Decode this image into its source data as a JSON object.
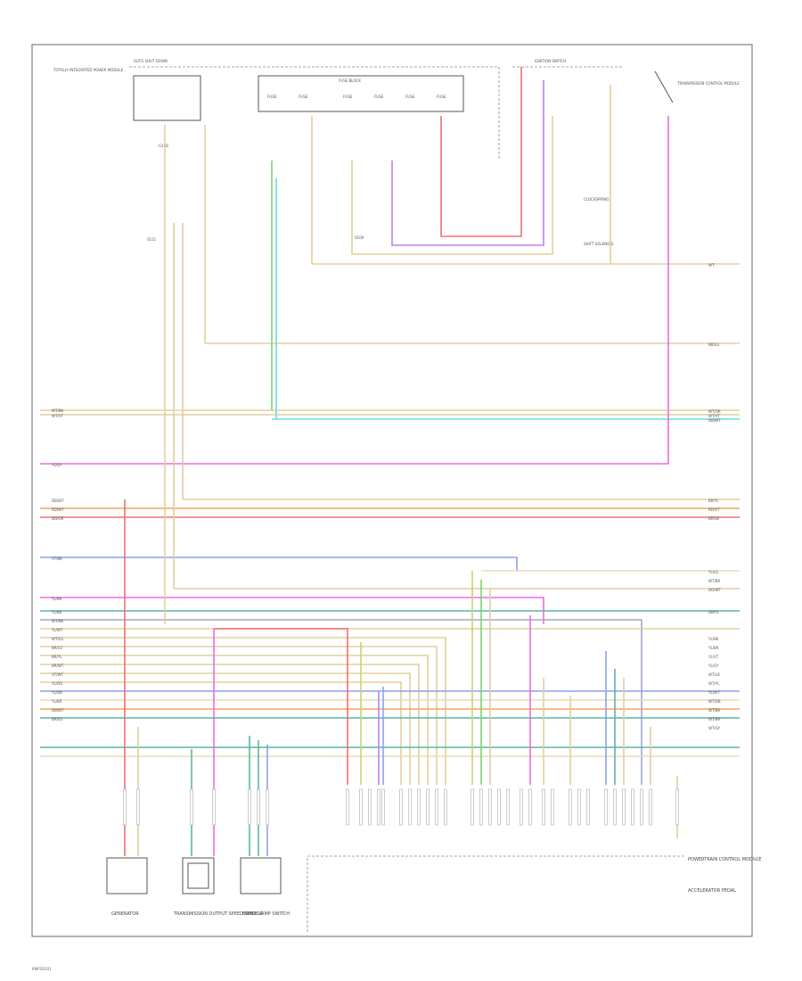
{
  "page": {
    "footer": "KMFD0101"
  },
  "components": {
    "top_left": "TOTALLY INTEGRATED POWER MODULE",
    "auto_shut_down_relay": "AUTO SHUT DOWN",
    "fuse_block": "FUSE BLOCK",
    "fuse_1": "FUSE",
    "fuse_2": "FUSE",
    "fuse_3": "FUSE",
    "fuse_4": "FUSE",
    "fuse_5": "FUSE",
    "fuse_6": "FUSE",
    "ground": "G108",
    "splice_top": "S109",
    "splice_mid": "S151",
    "ignition_switch": "IGNITION SWITCH",
    "clock_spring": "CLOCKSPRING",
    "shift_solenoid": "SHIFT SOLENOID",
    "top_right": "TRANSMISSION CONTROL MODULE",
    "generator": "GENERATOR",
    "sensor": "TRANSMISSION OUTPUT SPEED SENSOR",
    "brake_switch": "BRAKE LAMP SWITCH",
    "pcm": "POWERTRAIN CONTROL MODULE",
    "accel_pedal": "ACCELERATOR PEDAL"
  },
  "wire_labels": {
    "left": [
      "WT/BK",
      "WT/VT",
      "YL/GY",
      "DB/WT",
      "RD/WT",
      "DG/OR",
      "VT/BK",
      "YL/BK",
      "YL/BK",
      "WT/BK",
      "YL/WT",
      "WT/LG",
      "BR/LG",
      "BR/YL",
      "BR/WT",
      "VT/WT",
      "YL/DG",
      "YL/DB",
      "YL/BR",
      "DB/WT",
      "BR/LG"
    ],
    "right": [
      "WT",
      "BR/LG",
      "WT/OR",
      "WT/VT",
      "DB/WT",
      "BR/YL",
      "RD/VT",
      "BR/LB",
      "YL/LG",
      "WT/BR",
      "DG/WT",
      "DB/YL",
      "YL/BK",
      "YL/BR",
      "YL/VT",
      "YL/GY",
      "WT/LB",
      "WT/YL",
      "YL/WT",
      "WT/DB",
      "WT/BK",
      "WT/BR",
      "WT/GY"
    ]
  },
  "chart_data": {
    "type": "wiring-diagram",
    "wire_colors": {
      "tan": "#e2cf9c",
      "yellow_green": "#c9d46a",
      "magenta": "#f06ae0",
      "red": "#f07070",
      "orange": "#f4a45c",
      "blue": "#8aa2f0",
      "teal": "#5db4a4",
      "violet": "#b784f0",
      "cyan": "#6ad8e8",
      "green": "#7ad66a",
      "gray_blue": "#a0a8c8",
      "light_tan": "#e8dcb8"
    }
  }
}
